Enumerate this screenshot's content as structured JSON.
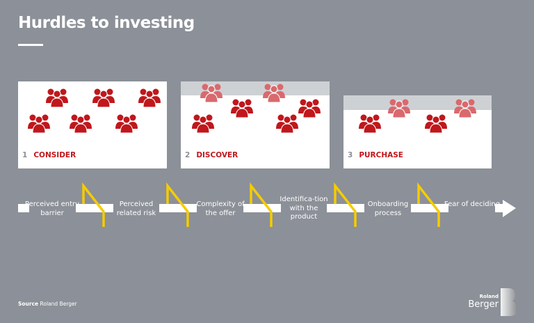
{
  "title": "Hurdles to investing",
  "stages": [
    {
      "num": "1",
      "label": "CONSIDER"
    },
    {
      "num": "2",
      "label": "DISCOVER"
    },
    {
      "num": "3",
      "label": "PURCHASE"
    }
  ],
  "hurdles": [
    "Perceived entry barrier",
    "Perceived related risk",
    "Complexity of the offer",
    "Identifica-tion with the product",
    "Onboarding process",
    "Fear of deciding"
  ],
  "source": {
    "label": "Source",
    "text": "Roland Berger"
  },
  "logo": {
    "line1": "Roland",
    "line2": "Berger"
  },
  "colors": {
    "background": "#8c9098",
    "red": "#c0171c",
    "faded": "#d9696d",
    "yellow": "#f5cc00"
  }
}
